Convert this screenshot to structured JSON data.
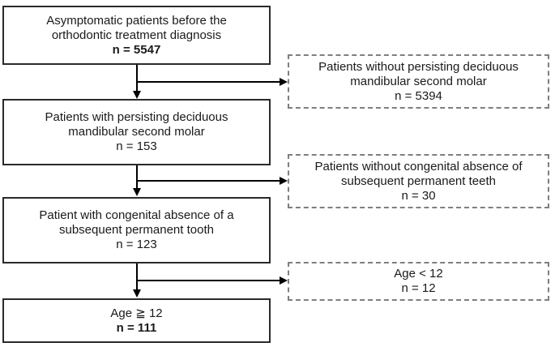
{
  "figure": {
    "background": "#ffffff",
    "colors": {
      "solid_box_border": "#2a2a2a",
      "dashed_box_border": "#7f7f7f",
      "text": "#1a1a1a",
      "arrow": "#000000"
    },
    "main_flow": [
      {
        "lines": [
          "Asymptomatic patients before the",
          "orthodontic treatment diagnosis"
        ],
        "count": "n = 5547"
      },
      {
        "lines": [
          "Patients with persisting deciduous",
          "mandibular second molar"
        ],
        "count": "n = 153"
      },
      {
        "lines": [
          "Patient with congenital absence of a",
          "subsequent permanent tooth"
        ],
        "count": "n = 123"
      },
      {
        "lines": [
          "Age ≧ 12"
        ],
        "count": "n = 111"
      }
    ],
    "exclusions": [
      {
        "lines": [
          "Patients without persisting deciduous",
          "mandibular second molar"
        ],
        "count": "n = 5394"
      },
      {
        "lines": [
          "Patients without congenital absence of",
          "subsequent permanent teeth"
        ],
        "count": "n = 30"
      },
      {
        "lines": [
          "Age < 12"
        ],
        "count": "n = 12"
      }
    ]
  }
}
